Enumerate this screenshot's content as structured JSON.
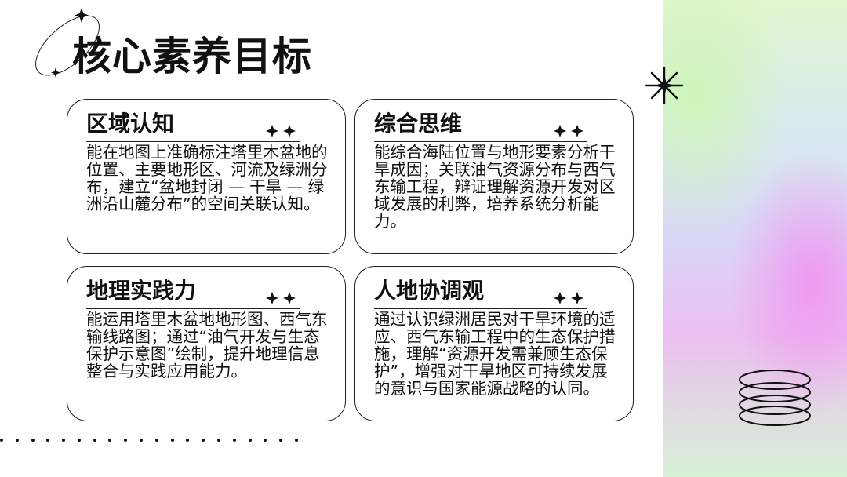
{
  "slide": {
    "title": "核心素养目标",
    "cards": [
      {
        "title": "区域认知",
        "body": "能在地图上准确标注塔里木盆地的位置、主要地形区、河流及绿洲分布，建立“盆地封闭 — 干旱 — 绿洲沿山麓分布”的空间关联认知。"
      },
      {
        "title": "综合思维",
        "body": "能综合海陆位置与地形要素分析干旱成因；关联油气资源分布与西气东输工程，辩证理解资源开发对区域发展的利弊，培养系统分析能力。"
      },
      {
        "title": "地理实践力",
        "body": "能运用塔里木盆地地形图、西气东输线路图；通过“油气开发与生态保护示意图”绘制，提升地理信息整合与实践应用能力。"
      },
      {
        "title": "人地协调观",
        "body": "通过认识绿洲居民对干旱环境的适应、西气东输工程中的生态保护措施，理解“资源开发需兼顾生态保护”，增强对干旱地区可持续发展的意识与国家能源战略的认同。"
      }
    ]
  },
  "decorations": {
    "icons": [
      "orbit-sparkle-icon",
      "star-burst-icon",
      "sparkle-pair-icon",
      "rings-icon",
      "dot-row"
    ],
    "colors": {
      "text": "#111111",
      "border": "#222222",
      "gradient_green": "#e4f7cf",
      "gradient_violet": "#d9d7f6",
      "gradient_pink": "#ebbff0"
    }
  }
}
